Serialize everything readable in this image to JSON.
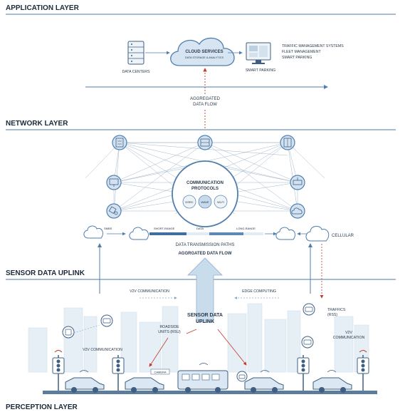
{
  "layers": {
    "application": "APPLICATION LAYER",
    "network": "NETWORK LAYER",
    "uplink": "SENSOR DATA UPLINK",
    "perception": "PERCEPTION LAYER"
  },
  "application": {
    "cloud_title": "CLOUD SERVICES",
    "cloud_sub": "DATA STORAGE & ANALYTICS",
    "data_centers": "DATA CENTERS",
    "smart_parking": "SMART PARKING",
    "systems": [
      "TRAFFIC MANAGEMENT SYSTEMS",
      "FLEET MANAGEMENT",
      "SMART PARKING"
    ],
    "aggregated": [
      "AGGREGATED",
      "DATA FLOW"
    ]
  },
  "network": {
    "protocols": [
      "COMMUNICATION",
      "PROTOCOLS"
    ],
    "proto_items": [
      "DSRC",
      "WAVE",
      "WI-FI"
    ],
    "paths_label": "DATA TRANSMISSION PATHS",
    "path_segments": [
      "SHORT-RANGE",
      "DATA",
      "LONG-RANGE"
    ],
    "small_left": "SMBS",
    "cellular": "CELLULAR",
    "aggregated_flow": "AGGRGATED DATA FLOW"
  },
  "uplink": {
    "v2v_top": "V2V COMMUNICATION",
    "edge": "EDGE COMPUTING",
    "sensor_title": [
      "SENSOR DATA",
      "UPLINK"
    ],
    "roadside": [
      "ROADSIDE",
      "UNITS (RSU)"
    ],
    "camera": "CAMERA",
    "v2v_left": "V2V COMMUNICATION",
    "traffics": [
      "TRAFFICS",
      "(RSS)"
    ],
    "v2v_right": [
      "V2V",
      "COMMUNICATION"
    ]
  },
  "colors": {
    "accent": "#5b89b8",
    "light": "#cfdcea",
    "arrow": "#c9dcec",
    "red": "#c0392b",
    "rule": "#6f94ba"
  }
}
